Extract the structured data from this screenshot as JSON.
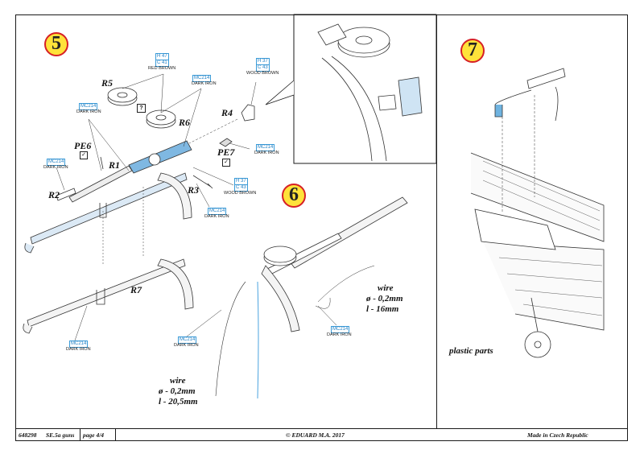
{
  "footer": {
    "code": "648298",
    "product": "SE.5a guns",
    "page": "page 4/4",
    "copyright": "© EDUARD  M.A. 2017",
    "origin": "Made in Czech Republic"
  },
  "steps": {
    "s5": "5",
    "s6": "6",
    "s7": "7"
  },
  "parts": {
    "r1": "R1",
    "r2": "R2",
    "r3": "R3",
    "r4": "R4",
    "r5": "R5",
    "r6": "R6",
    "r7": "R7",
    "pe6": "PE6",
    "pe7": "PE7"
  },
  "colors": {
    "h47": "H 47",
    "c41": "C 41",
    "red_brown": "RED BROWN",
    "mc214": "MC214",
    "dark_iron": "DARK IRON",
    "h37": "H 37",
    "c43": "C 43",
    "wood_brown": "WOOD BROWN",
    "question": "?",
    "check": "✓"
  },
  "wire_a": {
    "title": "wire",
    "dia": "ø  - 0,2mm",
    "len": "l  - 16mm"
  },
  "wire_b": {
    "title": "wire",
    "dia": "ø  - 0,2mm",
    "len": "l  - 20,5mm"
  },
  "plastic": "plastic parts",
  "palette": {
    "step_fill": "#ffe23a",
    "step_ring": "#d61f26",
    "callout_blue": "#3a9bd8",
    "wire_blue": "#4aa3df"
  }
}
